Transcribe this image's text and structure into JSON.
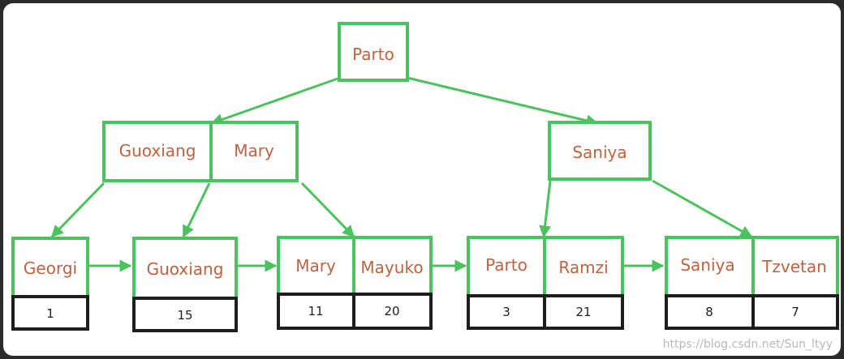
{
  "tree": {
    "root": {
      "keys": [
        "Parto"
      ]
    },
    "internal": [
      {
        "keys": [
          "Guoxiang",
          "Mary"
        ]
      },
      {
        "keys": [
          "Saniya"
        ]
      }
    ],
    "leaves": [
      {
        "keys": [
          "Georgi"
        ],
        "values": [
          "1"
        ]
      },
      {
        "keys": [
          "Guoxiang"
        ],
        "values": [
          "15"
        ]
      },
      {
        "keys": [
          "Mary",
          "Mayuko"
        ],
        "values": [
          "11",
          "20"
        ]
      },
      {
        "keys": [
          "Parto",
          "Ramzi"
        ],
        "values": [
          "3",
          "21"
        ]
      },
      {
        "keys": [
          "Saniya",
          "Tzvetan"
        ],
        "values": [
          "8",
          "7"
        ]
      }
    ]
  },
  "colors": {
    "node_border": "#4cc25e",
    "key_text": "#c0613f",
    "value_border": "#1e1e1e",
    "value_text": "#1e1e1e"
  },
  "watermark": "https://blog.csdn.net/Sun_ltyy"
}
